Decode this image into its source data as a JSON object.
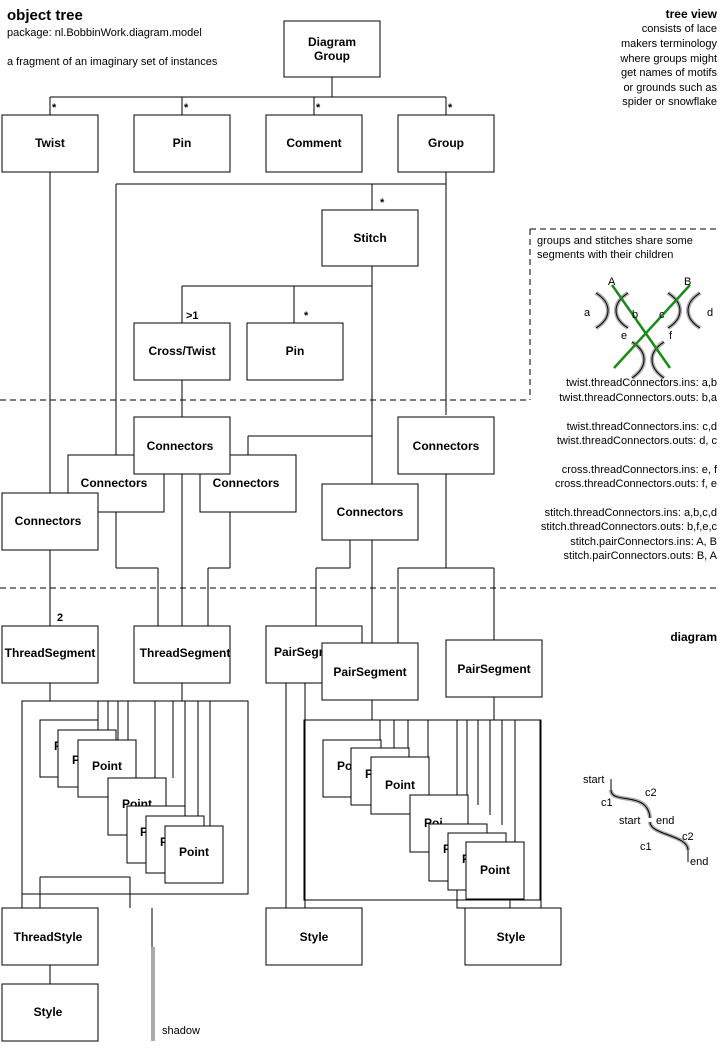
{
  "header": {
    "title": "object tree",
    "package": "package: nl.BobbinWork.diagram.model",
    "subtitle": "a fragment of an imaginary set of instances"
  },
  "tree_view": {
    "heading": "tree view",
    "lines": [
      "consists of lace",
      "makers terminology",
      "where groups might",
      "get names of motifs",
      "or grounds such as",
      "spider or snowflake"
    ]
  },
  "shared_note": {
    "lines": [
      "groups and stitches share some",
      "segments with their children"
    ]
  },
  "connector_notes": [
    "twist.threadConnectors.ins: a,b",
    "twist.threadConnectors.outs: b,a",
    "twist.threadConnectors.ins: c,d",
    "twist.threadConnectors.outs: d, c",
    "cross.threadConnectors.ins: e, f",
    "cross.threadConnectors.outs: f, e",
    "stitch.threadConnectors.ins: a,b,c,d",
    "stitch.threadConnectors.outs: b,f,e,c",
    "stitch.pairConnectors.ins: A, B",
    "stitch.pairConnectors.outs: B, A"
  ],
  "diagram_label": "diagram",
  "legend": {
    "shadow": "shadow"
  },
  "stitch_labels": {
    "a": "a",
    "A": "A",
    "b": "b",
    "c": "c",
    "B": "B",
    "d": "d",
    "e": "e",
    "f": "f"
  },
  "segment_labels": {
    "start": "start",
    "c1": "c1",
    "c2": "c2",
    "end": "end"
  },
  "nodes": {
    "diagram_group": [
      "Diagram",
      "Group"
    ],
    "twist": "Twist",
    "pin_top": "Pin",
    "comment": "Comment",
    "group": "Group",
    "stitch": "Stitch",
    "cross_twist": "Cross/Twist",
    "pin_mid": "Pin",
    "connectors": "Connectors",
    "thread_segment": "ThreadSegment",
    "pair_segment": "PairSegment",
    "point": "Point",
    "point_partial": "Poi",
    "thread_style": "ThreadStyle",
    "style": "Style"
  },
  "multiplicities": {
    "many": "*",
    "more_than_one": ">1",
    "two": "2"
  },
  "colors": {
    "stroke": "#000000",
    "cross_line": "#1a8a1a",
    "shadow": "#aaaaaa",
    "dashed": "#000000"
  }
}
